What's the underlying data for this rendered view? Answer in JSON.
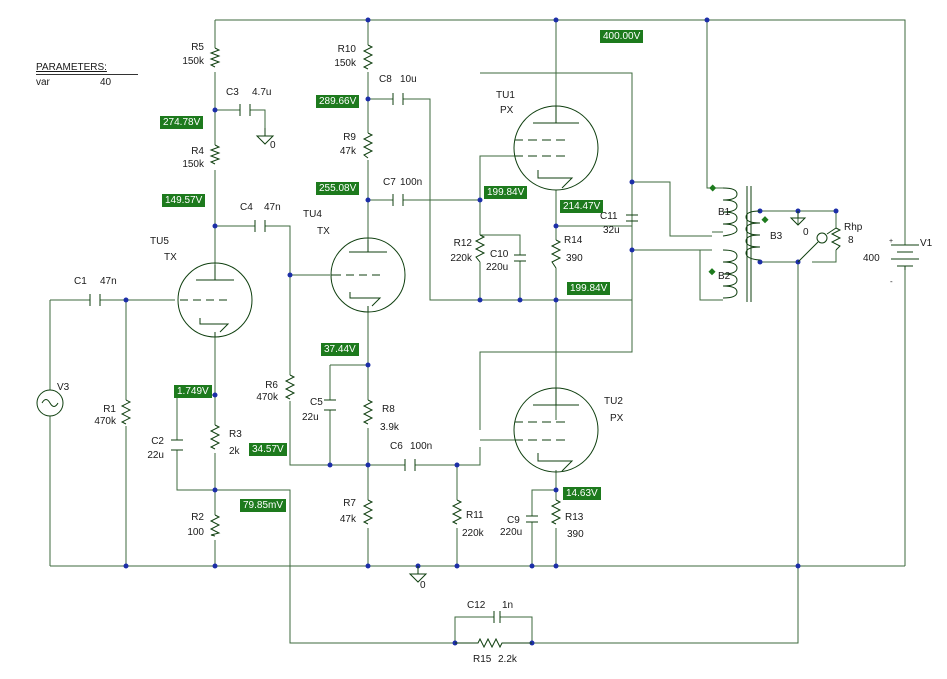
{
  "parameters": {
    "title": "PARAMETERS:",
    "name": "var",
    "value": "40"
  },
  "components": {
    "R1": {
      "ref": "R1",
      "val": "470k"
    },
    "R2": {
      "ref": "R2",
      "val": "100"
    },
    "R3": {
      "ref": "R3",
      "val": "2k"
    },
    "R4": {
      "ref": "R4",
      "val": "150k"
    },
    "R5": {
      "ref": "R5",
      "val": "150k"
    },
    "R6": {
      "ref": "R6",
      "val": "470k"
    },
    "R7": {
      "ref": "R7",
      "val": "47k"
    },
    "R8": {
      "ref": "R8",
      "val": "3.9k"
    },
    "R9": {
      "ref": "R9",
      "val": "47k"
    },
    "R10": {
      "ref": "R10",
      "val": "150k"
    },
    "R11": {
      "ref": "R11",
      "val": "220k"
    },
    "R12": {
      "ref": "R12",
      "val": "220k"
    },
    "R13": {
      "ref": "R13",
      "val": "390"
    },
    "R14": {
      "ref": "R14",
      "val": "390"
    },
    "R15": {
      "ref": "R15",
      "val": "2.2k"
    },
    "C1": {
      "ref": "C1",
      "val": "47n"
    },
    "C2": {
      "ref": "C2",
      "val": "22u"
    },
    "C3": {
      "ref": "C3",
      "val": "4.7u"
    },
    "C4": {
      "ref": "C4",
      "val": "47n"
    },
    "C5": {
      "ref": "C5",
      "val": "22u"
    },
    "C6": {
      "ref": "C6",
      "val": "100n"
    },
    "C7": {
      "ref": "C7",
      "val": "100n"
    },
    "C8": {
      "ref": "C8",
      "val": "10u"
    },
    "C9": {
      "ref": "C9",
      "val": "220u"
    },
    "C10": {
      "ref": "C10",
      "val": "220u"
    },
    "C11": {
      "ref": "C11",
      "val": "32u"
    },
    "C12": {
      "ref": "C12",
      "val": "1n"
    },
    "TU1": {
      "ref": "TU1",
      "val": "PX"
    },
    "TU2": {
      "ref": "TU2",
      "val": "PX"
    },
    "TU4": {
      "ref": "TU4",
      "val": "TX"
    },
    "TU5": {
      "ref": "TU5",
      "val": "TX"
    },
    "V1": {
      "ref": "V1",
      "val": "400"
    },
    "V3": {
      "ref": "V3"
    },
    "B1": {
      "ref": "B1"
    },
    "B2": {
      "ref": "B2"
    },
    "B3": {
      "ref": "B3"
    },
    "Rhp": {
      "ref": "Rhp",
      "val": "8"
    },
    "gnd_main": "0",
    "gnd_c3": "0",
    "gnd_b3": "0",
    "v1_plus": "+",
    "v1_minus": "-"
  },
  "voltages": {
    "v_400": "400.00V",
    "v_274": "274.78V",
    "v_149": "149.57V",
    "v_289": "289.66V",
    "v_255": "255.08V",
    "v_199a": "199.84V",
    "v_214": "214.47V",
    "v_199b": "199.84V",
    "v_37": "37.44V",
    "v_1749": "1.749V",
    "v_34": "34.57V",
    "v_79": "79.85mV",
    "v_14": "14.63V"
  },
  "colors": {
    "wire": "#3d6a3d",
    "node": "#1c2ea8",
    "label_bg": "#1d7a1d",
    "label_text": "#ffffff"
  }
}
